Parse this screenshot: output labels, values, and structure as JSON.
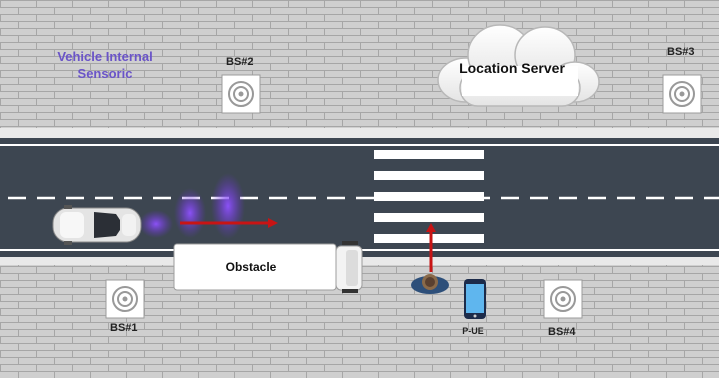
{
  "labels": {
    "vehicle_sensoric_line1": "Vehicle Internal",
    "vehicle_sensoric_line2": "Sensoric",
    "location_server": "Location Server",
    "obstacle": "Obstacle",
    "pedestrian_ue": "P-UE"
  },
  "base_stations": [
    {
      "id": "BS#1"
    },
    {
      "id": "BS#2"
    },
    {
      "id": "BS#3"
    },
    {
      "id": "BS#4"
    }
  ],
  "colors": {
    "road": "#3d4651",
    "pavement": "#c7c7c7",
    "sensor_wave": "#7a3fe0",
    "trajectory_arrow": "#c81414",
    "label_accent": "#6a54c8"
  },
  "icons": {
    "base_station": "antenna-icon",
    "vehicle": "car-icon",
    "pedestrian": "pedestrian-icon",
    "phone": "smartphone-icon",
    "server": "cloud-icon"
  }
}
